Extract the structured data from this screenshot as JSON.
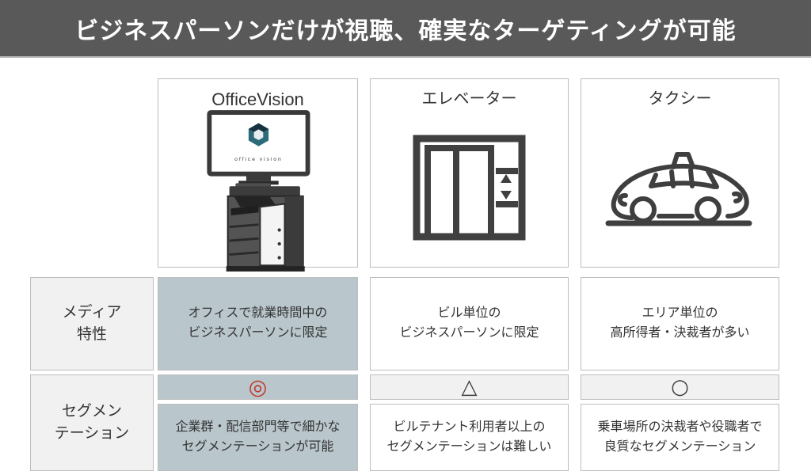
{
  "banner": {
    "title": "ビジネスパーソンだけが視聴、確実なターゲティングが可能"
  },
  "row_headers": {
    "media": "メディア\n特性",
    "segmentation": "セグメン\nテーション"
  },
  "columns": [
    {
      "header": "OfficeVision",
      "icon": "officevision-kiosk-icon",
      "logo_text": "office vision",
      "media_trait": "オフィスで就業時間中の\nビジネスパーソンに限定",
      "rating": "◎",
      "segmentation": "企業群・配信部門等で細かな\nセグメンテーションが可能"
    },
    {
      "header": "エレベーター",
      "icon": "elevator-icon",
      "media_trait": "ビル単位の\nビジネスパーソンに限定",
      "rating": "△",
      "segmentation": "ビルテナント利用者以上の\nセグメンテーションは難しい"
    },
    {
      "header": "タクシー",
      "icon": "taxi-icon",
      "media_trait": "エリア単位の\n高所得者・決裁者が多い",
      "rating": "○",
      "segmentation": "乗車場所の決裁者や役職者で\n良質なセグメンテーション"
    }
  ],
  "colors": {
    "banner_bg": "#595959",
    "banner_text": "#ffffff",
    "highlight_cell_bg": "#b9c6cc",
    "neutral_cell_bg": "#f1f1f1",
    "cell_border": "#bdbdbd",
    "rating_best": "#c0392b",
    "body_text": "#333333",
    "icon_stroke": "#3f3f3f",
    "spellcheck_underline": "#e74c3c"
  }
}
